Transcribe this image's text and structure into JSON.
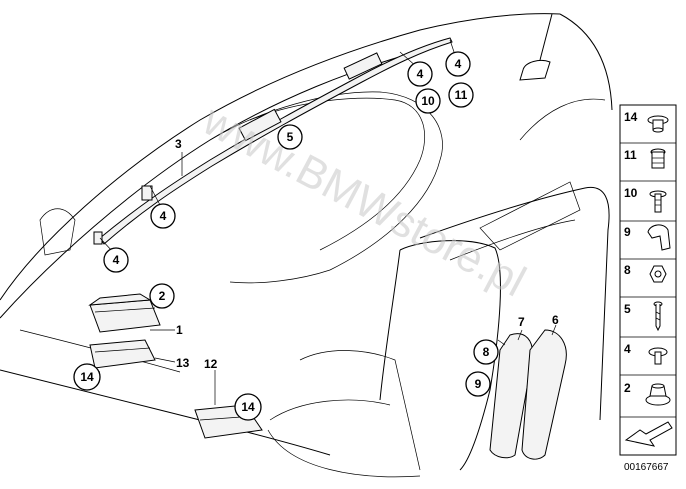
{
  "watermark": "www.BMWstore.pl",
  "diagram_number": "00167667",
  "callouts": [
    {
      "id": "c2",
      "label": "2"
    },
    {
      "id": "c3",
      "label": "3"
    },
    {
      "id": "c4a",
      "label": "4"
    },
    {
      "id": "c4b",
      "label": "4"
    },
    {
      "id": "c4c",
      "label": "4"
    },
    {
      "id": "c4d",
      "label": "4"
    },
    {
      "id": "c5",
      "label": "5"
    },
    {
      "id": "c10",
      "label": "10"
    },
    {
      "id": "c11",
      "label": "11"
    },
    {
      "id": "c14a",
      "label": "14"
    },
    {
      "id": "c14b",
      "label": "14"
    },
    {
      "id": "c8",
      "label": "8"
    },
    {
      "id": "c9",
      "label": "9"
    }
  ],
  "part_labels": {
    "one": "1",
    "thirteen": "13",
    "twelve": "12",
    "seven": "7",
    "six": "6",
    "three": "3"
  },
  "legend": [
    {
      "num": "14",
      "icon": "clip-nut-icon"
    },
    {
      "num": "11",
      "icon": "expanding-rivet-icon"
    },
    {
      "num": "10",
      "icon": "hex-bolt-washer-icon"
    },
    {
      "num": "9",
      "icon": "clamp-clip-icon"
    },
    {
      "num": "8",
      "icon": "hex-nut-icon"
    },
    {
      "num": "5",
      "icon": "screw-icon"
    },
    {
      "num": "4",
      "icon": "push-clip-icon"
    },
    {
      "num": "2",
      "icon": "collar-nut-icon"
    },
    {
      "num": "",
      "icon": "direction-arrow-icon"
    }
  ]
}
